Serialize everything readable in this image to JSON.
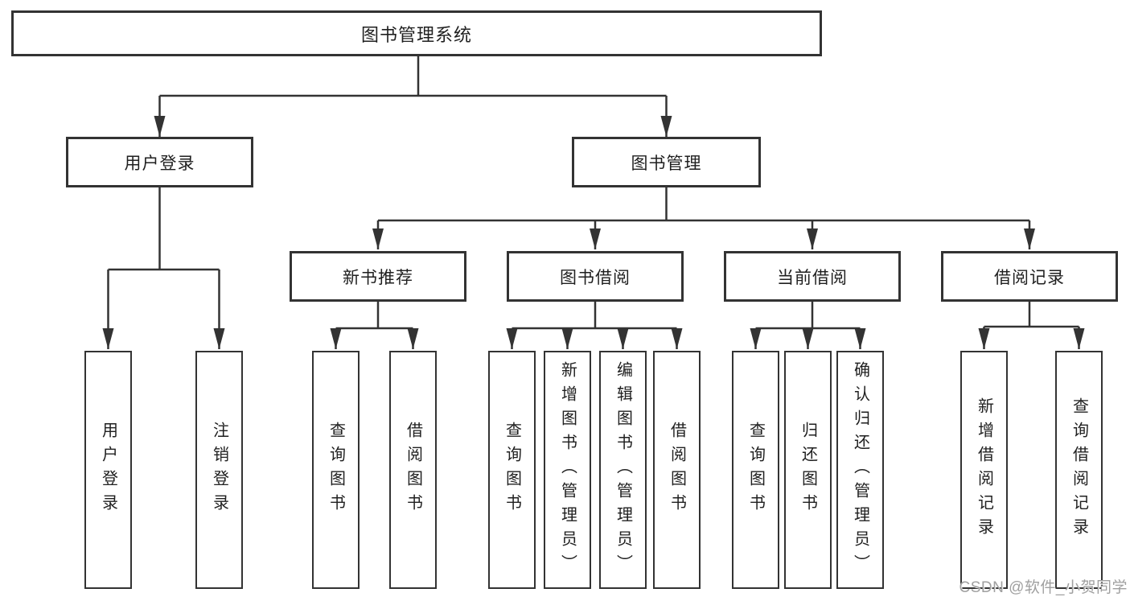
{
  "diagram": {
    "type": "hierarchy-tree",
    "nodes": {
      "root": {
        "label": "图书管理系统"
      },
      "level2": [
        {
          "label": "用户登录",
          "parent": "图书管理系统"
        },
        {
          "label": "图书管理",
          "parent": "图书管理系统"
        }
      ],
      "level3": [
        {
          "label": "新书推荐",
          "parent": "图书管理"
        },
        {
          "label": "图书借阅",
          "parent": "图书管理"
        },
        {
          "label": "当前借阅",
          "parent": "图书管理"
        },
        {
          "label": "借阅记录",
          "parent": "图书管理"
        }
      ],
      "leaves": [
        {
          "label": "用户登录",
          "parent": "用户登录"
        },
        {
          "label": "注销登录",
          "parent": "用户登录"
        },
        {
          "label": "查询图书",
          "parent": "新书推荐"
        },
        {
          "label": "借阅图书",
          "parent": "新书推荐"
        },
        {
          "label": "查询图书",
          "parent": "图书借阅"
        },
        {
          "label": "新增图书（管理员）",
          "parent": "图书借阅"
        },
        {
          "label": "编辑图书（管理员）",
          "parent": "图书借阅"
        },
        {
          "label": "借阅图书",
          "parent": "图书借阅"
        },
        {
          "label": "查询图书",
          "parent": "当前借阅"
        },
        {
          "label": "归还图书",
          "parent": "当前借阅"
        },
        {
          "label": "确认归还（管理员）",
          "parent": "当前借阅"
        },
        {
          "label": "新增借阅记录",
          "parent": "借阅记录"
        },
        {
          "label": "查询借阅记录",
          "parent": "借阅记录"
        }
      ]
    }
  },
  "watermark": {
    "text": "CSDN @软件_小贺同学"
  },
  "colors": {
    "line": "#333333",
    "box_border": "#333333",
    "text": "#1f1f1f",
    "background": "#ffffff",
    "watermark": "#a0a0a0"
  }
}
